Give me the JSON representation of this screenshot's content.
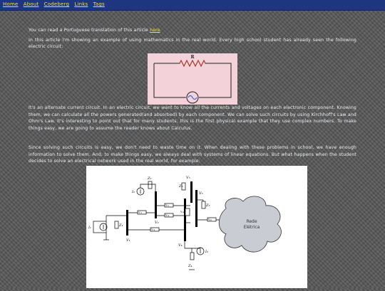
{
  "nav": {
    "items": [
      {
        "label": "Home"
      },
      {
        "label": "About"
      },
      {
        "label": "Codeberg"
      },
      {
        "label": "Links"
      },
      {
        "label": "Tags"
      }
    ]
  },
  "article": {
    "intro_prefix": "You can read a Portuguese translation of this article ",
    "intro_link": "here",
    "para1": "In this article I'm showing an example of using mathematics in the real world. Every high school student has already seen the following electric circuit:",
    "circuit1": {
      "resistor_label": "R",
      "accent": "#c0392b",
      "source_color": "#2a6fd6"
    },
    "para2": "It's an alternate current circuit. In an electric circuit, we want to know all the currents and voltages on each electronic component. Knowing them, we can calculate all the powers generated(and absorbed) by each component. We can solve such circuits by using Kirchhoff's Law and Ohm's Law. It's interesting to point out that for many students, this is the first physical example that they use complex numbers. To make things easy, we are going to assume the reader knows about Calculus.",
    "para3": "Since solving such circuits is easy, we don't need to waste time on it. When dealing with these problems in school, we have enough information to solve them. And, to make things easy, we always deal with systems of linear equations. But what happens when the student decides to solve an electrical network used in the real world, for example:",
    "network": {
      "labels": {
        "i1": "I₁",
        "i2": "I₂",
        "i3": "I₃",
        "v1": "V₁",
        "v2": "V₂",
        "v3": "V₃",
        "v4": "V₄",
        "v5": "V₅",
        "y12": "Y₁₂",
        "y23": "Y₂₃",
        "y24": "Y₂₄",
        "y34": "Y₃₄",
        "y14": "Y₁₄",
        "y45": "Y₄₅",
        "z1": "Z₁",
        "z2": "Z₂",
        "z3": "Z₃",
        "z4": "Z₄",
        "z5": "Z₅"
      },
      "cloud_label_line1": "Rede",
      "cloud_label_line2": "Elétrica"
    }
  },
  "colors": {
    "nav_bg": "#1e3580",
    "link": "#f4e13a",
    "text": "#ecf0f4"
  }
}
